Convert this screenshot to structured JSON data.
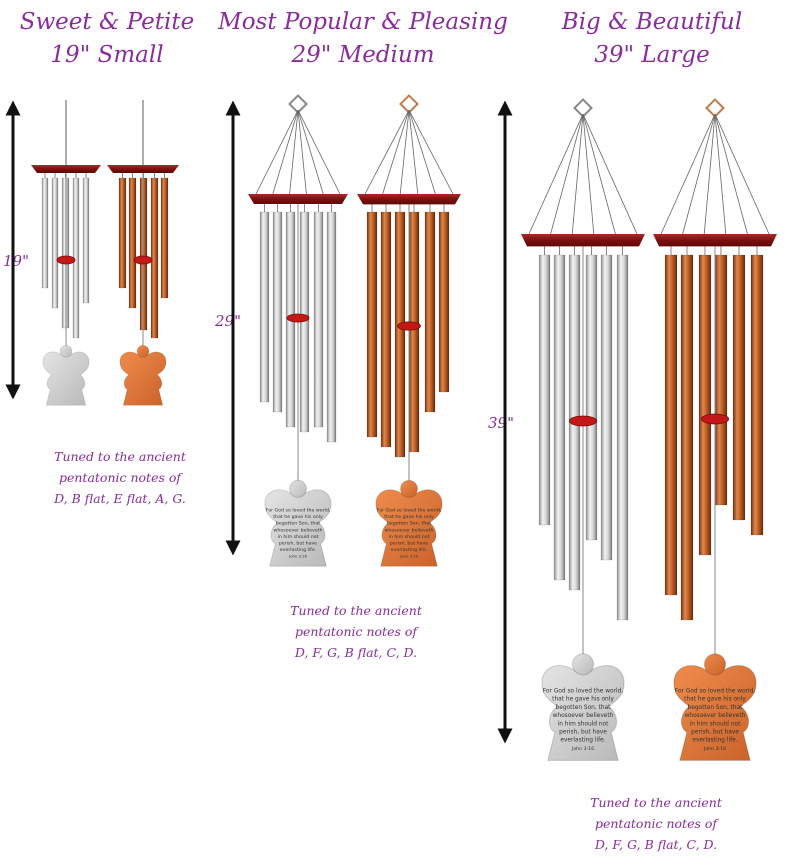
{
  "colors": {
    "title": "#8a2c9c",
    "silver_tube": "#c9c9c9",
    "bronze_tube": "#b5561f",
    "wood_top": "#8b1414",
    "arrow": "#111111",
    "angel_silver": "#cfcfcf",
    "angel_bronze": "#dd7a3e"
  },
  "sizes": [
    {
      "title1": "Sweet & Petite",
      "title2": "19\" Small",
      "dim_label": "19\"",
      "note": [
        "Tuned to the ancient",
        "pentatonic notes of",
        "D, B flat, E flat, A, G."
      ]
    },
    {
      "title1": "Most Popular & Pleasing",
      "title2": "29\" Medium",
      "dim_label": "29\"",
      "note": [
        "Tuned to the ancient",
        "pentatonic notes of",
        "D, F, G, B flat, C, D."
      ]
    },
    {
      "title1": "Big & Beautiful",
      "title2": "39\" Large",
      "dim_label": "39\"",
      "note": [
        "Tuned to the ancient",
        "pentatonic notes of",
        "D, F, G, B flat, C, D."
      ]
    }
  ],
  "angel_text": [
    "For God so loved the world,",
    "that he gave his only",
    "begotten Son, that",
    "whosoever believeth",
    "in him should not",
    "perish, but have",
    "everlasting life.",
    "John 3:16"
  ],
  "icons": [
    "diamond-hanger-icon",
    "angel-sail-icon",
    "double-arrow-icon"
  ]
}
